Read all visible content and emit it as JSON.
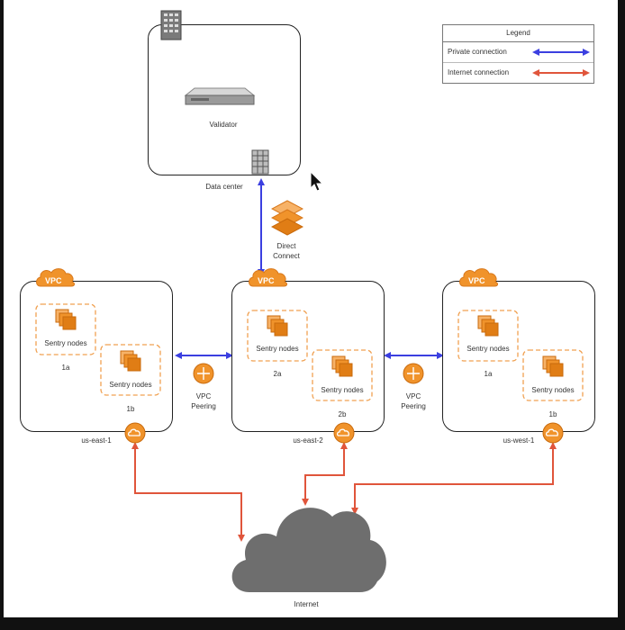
{
  "legend": {
    "title": "Legend",
    "items": [
      {
        "label": "Private connection",
        "color": "#3b3fe0"
      },
      {
        "label": "Internet connection",
        "color": "#e0553b"
      }
    ]
  },
  "datacenter": {
    "label": "Data center",
    "server_label": "Validator"
  },
  "direct_connect": {
    "label_line1": "Direct",
    "label_line2": "Connect"
  },
  "regions": [
    {
      "name": "us-east-1",
      "badge": "VPC",
      "nodes": [
        {
          "label": "Sentry nodes",
          "az": "1a"
        },
        {
          "label": "Sentry nodes",
          "az": "1b"
        }
      ]
    },
    {
      "name": "us-east-2",
      "badge": "VPC",
      "nodes": [
        {
          "label": "Sentry nodes",
          "az": "2a"
        },
        {
          "label": "Sentry nodes",
          "az": "2b"
        }
      ]
    },
    {
      "name": "us-west-1",
      "badge": "VPC",
      "nodes": [
        {
          "label": "Sentry nodes",
          "az": "1a"
        },
        {
          "label": "Sentry nodes",
          "az": "1b"
        }
      ]
    }
  ],
  "peering": [
    {
      "line1": "VPC",
      "line2": "Peering"
    },
    {
      "line1": "VPC",
      "line2": "Peering"
    }
  ],
  "internet": {
    "label": "Internet"
  },
  "colors": {
    "aws_orange": "#f0932b",
    "cloud_gray": "#6e6e6e",
    "private": "#3b3fe0",
    "internet": "#e0553b"
  }
}
